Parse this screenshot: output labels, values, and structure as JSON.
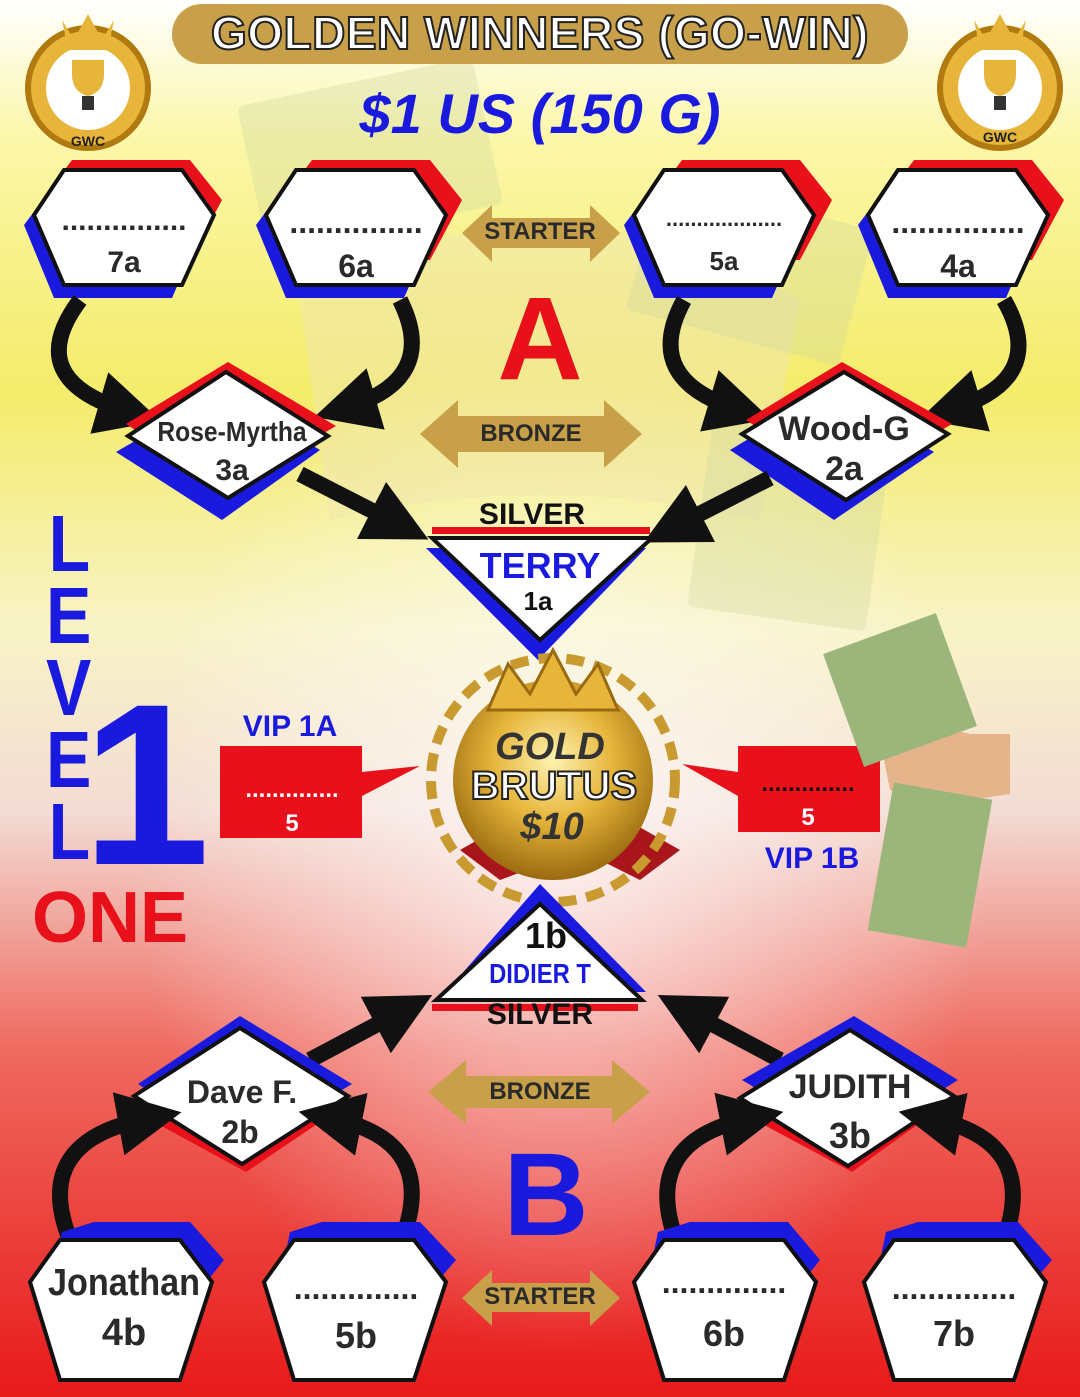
{
  "header": {
    "title": "GOLDEN  WINNERS (GO-WIN)",
    "price": "$1 US (150 G)",
    "emblem_text": "GWC"
  },
  "group_a": {
    "letter": "A",
    "starter_label": "STARTER",
    "bronze_label": "BRONZE",
    "starters": [
      {
        "name": "...............",
        "slot": "7a"
      },
      {
        "name": "...............",
        "slot": "6a"
      },
      {
        "name": "...................",
        "slot": "5a"
      },
      {
        "name": "...............",
        "slot": "4a"
      }
    ],
    "bronze": [
      {
        "name": "Rose-Myrtha",
        "slot": "3a"
      },
      {
        "name": "Wood-G",
        "slot": "2a"
      }
    ],
    "silver": {
      "label": "SILVER",
      "name": "TERRY",
      "slot": "1a"
    }
  },
  "gold": {
    "label": "GOLD",
    "name": "BRUTUS",
    "amount": "$10"
  },
  "vip": {
    "left": {
      "label": "VIP 1A",
      "name": "..............",
      "value": "5"
    },
    "right": {
      "label": "VIP 1B",
      "name": "..............",
      "value": "5"
    }
  },
  "level": {
    "letters": [
      "L",
      "E",
      "V",
      "E",
      "L"
    ],
    "number": "1",
    "word": "ONE"
  },
  "group_b": {
    "letter": "B",
    "starter_label": "STARTER",
    "bronze_label": "BRONZE",
    "silver": {
      "label": "SILVER",
      "name": "DIDIER T",
      "slot": "1b"
    },
    "bronze": [
      {
        "name": "Dave F.",
        "slot": "2b"
      },
      {
        "name": "JUDITH",
        "slot": "3b"
      }
    ],
    "starters": [
      {
        "name": "Jonathan",
        "slot": "4b"
      },
      {
        "name": "..............",
        "slot": "5b"
      },
      {
        "name": "..............",
        "slot": "6b"
      },
      {
        "name": "..............",
        "slot": "7b"
      }
    ]
  },
  "colors": {
    "gold": "#c9a04a",
    "red": "#e8101a",
    "blue": "#1a1adf"
  }
}
